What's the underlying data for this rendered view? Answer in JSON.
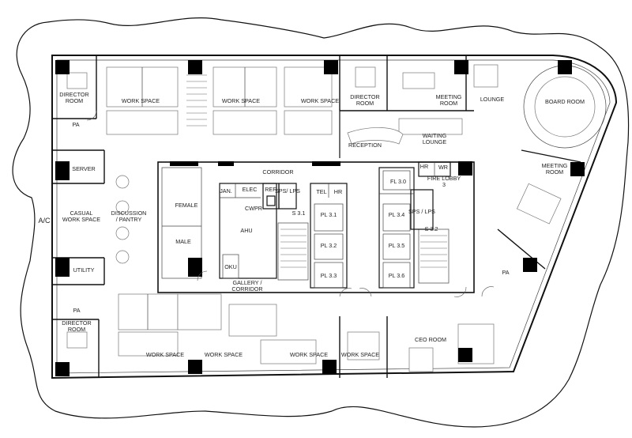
{
  "rooms": {
    "director_room_1": "DIRECTOR ROOM",
    "work_space_1": "WORK SPACE",
    "work_space_2": "WORK SPACE",
    "work_space_3": "WORK SPACE",
    "director_room_2": "DIRECTOR ROOM",
    "meeting_room_1": "MEETING ROOM",
    "lounge": "LOUNGE",
    "board_room": "BOARD ROOM",
    "pa_1": "PA",
    "reception": "RECEPTION",
    "waiting_lounge": "WAITING LOUNGE",
    "server": "SERVER",
    "corridor": "CORRIDOR",
    "hr": "HR",
    "wr": "WR",
    "meeting_room_2": "MEETING ROOM",
    "jan": "JAN.",
    "elec": "ELEC",
    "ref": "REF.",
    "sps_lps_1": "SPS/ LPS",
    "tel": "TEL",
    "hr_2": "HR",
    "fl_3_0": "FL 3.0",
    "fire_lobby_3": "FIRE LOBBY 3",
    "ac": "A/C",
    "casual_work_space": "CASUAL WORK SPACE",
    "discussion_pantry": "DISCUSSION / PANTRY",
    "female": "FEMALE",
    "cwpr": "CWPR",
    "s_3_1": "S 3.1",
    "pl_3_1": "PL 3.1",
    "pl_3_4": "PL 3.4",
    "sps_lps_2": "SPS / LPS",
    "ahu": "AHU",
    "s_3_2": "S 3.2",
    "male": "MALE",
    "pl_3_2": "PL 3.2",
    "pl_3_5": "PL 3.5",
    "utility": "UTILITY",
    "oku": "OKU",
    "pl_3_3": "PL 3.3",
    "pl_3_6": "PL 3.6",
    "pa_2": "PA",
    "gallery_corridor": "GALLERY / CORRIDOR",
    "pa_3": "PA",
    "director_room_3": "DIRECTOR ROOM",
    "ceo_room": "CEO ROOM",
    "work_space_4": "WORK SPACE",
    "work_space_5": "WORK SPACE",
    "work_space_6": "WORK SPACE",
    "work_space_7": "WORK SPACE"
  },
  "colors": {
    "wall": "#111111",
    "column": "#000000",
    "furniture": "#777777"
  }
}
